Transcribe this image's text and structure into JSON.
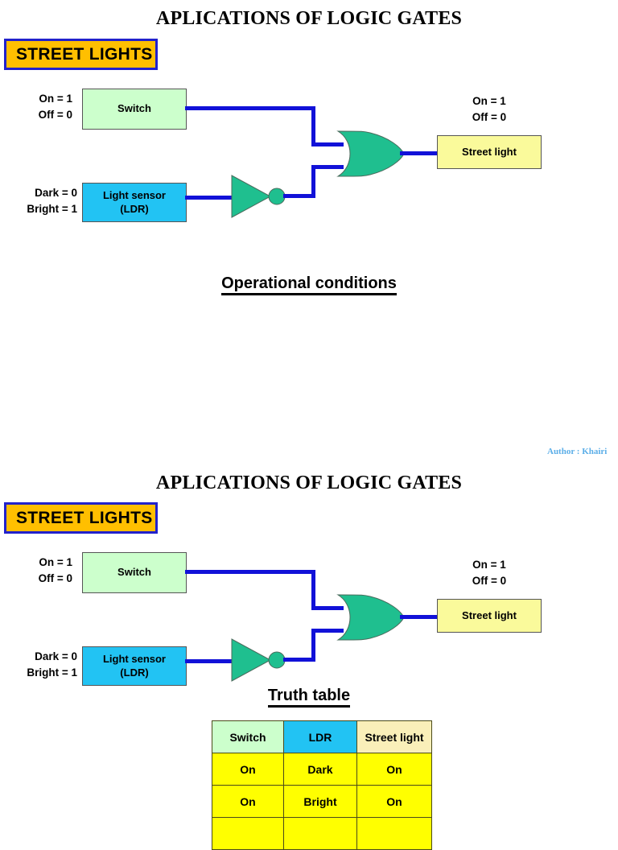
{
  "slide1": {
    "title": "APLICATIONS OF LOGIC GATES",
    "badge": "STREET LIGHTS",
    "inputs": {
      "switch_label_line1": "On = 1",
      "switch_label_line2": "Off = 0",
      "switch_box": "Switch",
      "ldr_label_line1": "Dark = 0",
      "ldr_label_line2": "Bright = 1",
      "ldr_box_line1": "Light sensor",
      "ldr_box_line2": "(LDR)"
    },
    "output": {
      "label_line1": "On = 1",
      "label_line2": "Off = 0",
      "box": "Street light"
    },
    "gates": {
      "not_gate": "not-gate",
      "or_gate": "or-gate"
    },
    "section_heading": "Operational conditions",
    "author": "Author : Khairi"
  },
  "slide2": {
    "title": "APLICATIONS OF LOGIC GATES",
    "badge": "STREET LIGHTS",
    "inputs": {
      "switch_label_line1": "On = 1",
      "switch_label_line2": "Off = 0",
      "switch_box": "Switch",
      "ldr_label_line1": "Dark = 0",
      "ldr_label_line2": "Bright = 1",
      "ldr_box_line1": "Light sensor",
      "ldr_box_line2": "(LDR)"
    },
    "output": {
      "label_line1": "On = 1",
      "label_line2": "Off = 0",
      "box": "Street light"
    },
    "gates": {
      "not_gate": "not-gate",
      "or_gate": "or-gate"
    },
    "section_heading": "Truth table",
    "truth_table": {
      "headers": [
        "Switch",
        "LDR",
        "Street light"
      ],
      "rows": [
        [
          "On",
          "Dark",
          "On"
        ],
        [
          "On",
          "Bright",
          "On"
        ],
        [
          "",
          "",
          ""
        ]
      ]
    }
  },
  "colors": {
    "wire": "#1111D8",
    "gate_fill": "#1FBF8F",
    "badge_fill": "#FFBF00",
    "badge_border": "#2222CC",
    "switch_fill": "#CCFFCC",
    "ldr_fill": "#22C3F3",
    "light_fill": "#FAFA9B",
    "table_cell_fill": "#FFFF00",
    "author_color": "#5BAEE8"
  }
}
